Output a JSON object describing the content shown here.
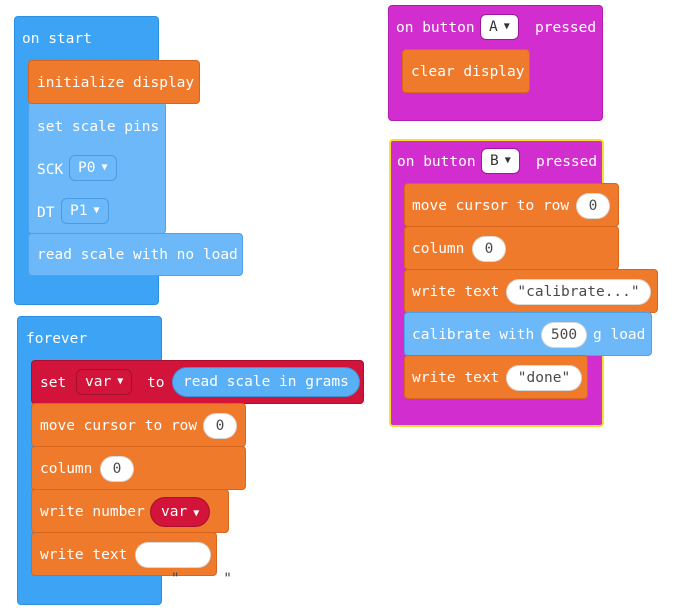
{
  "on_start": {
    "hat": "on start",
    "init_display": "initialize display",
    "set_scale_pins": "set scale pins",
    "sck_label": "SCK",
    "sck_pin": "P0",
    "dt_label": "DT",
    "dt_pin": "P1",
    "read_no_load": "read scale with no load"
  },
  "forever": {
    "hat": "forever",
    "set_label": "set",
    "var_name": "var",
    "to_label": "to",
    "read_grams": "read scale in grams",
    "move_cursor": "move cursor to row",
    "row_value": "0",
    "column_label": "column",
    "column_value": "0",
    "write_number": "write number",
    "write_number_var": "var",
    "write_text": "write text",
    "write_text_value": "\"     \""
  },
  "button_a": {
    "hat_prefix": "on button",
    "button": "A",
    "hat_suffix": "pressed",
    "clear_display": "clear display"
  },
  "button_b": {
    "hat_prefix": "on button",
    "button": "B",
    "hat_suffix": "pressed",
    "move_cursor": "move cursor to row",
    "row_value": "0",
    "column_label": "column",
    "column_value": "0",
    "write_text1": "write text",
    "write_text1_value": "\"calibrate...\"",
    "calibrate_with": "calibrate with",
    "calibrate_value": "500",
    "g_load": "g load",
    "write_text2": "write text",
    "write_text2_value": "\"done\""
  },
  "colors": {
    "event_blue": "#3da4f5",
    "scale_light_blue": "#6cb8f9",
    "display_orange": "#f07a2c",
    "variable_red": "#d2143a",
    "input_magenta": "#d22ecf",
    "selected_outline": "#f5e02d"
  },
  "icons": {
    "dropdown": "caret-down-icon"
  }
}
